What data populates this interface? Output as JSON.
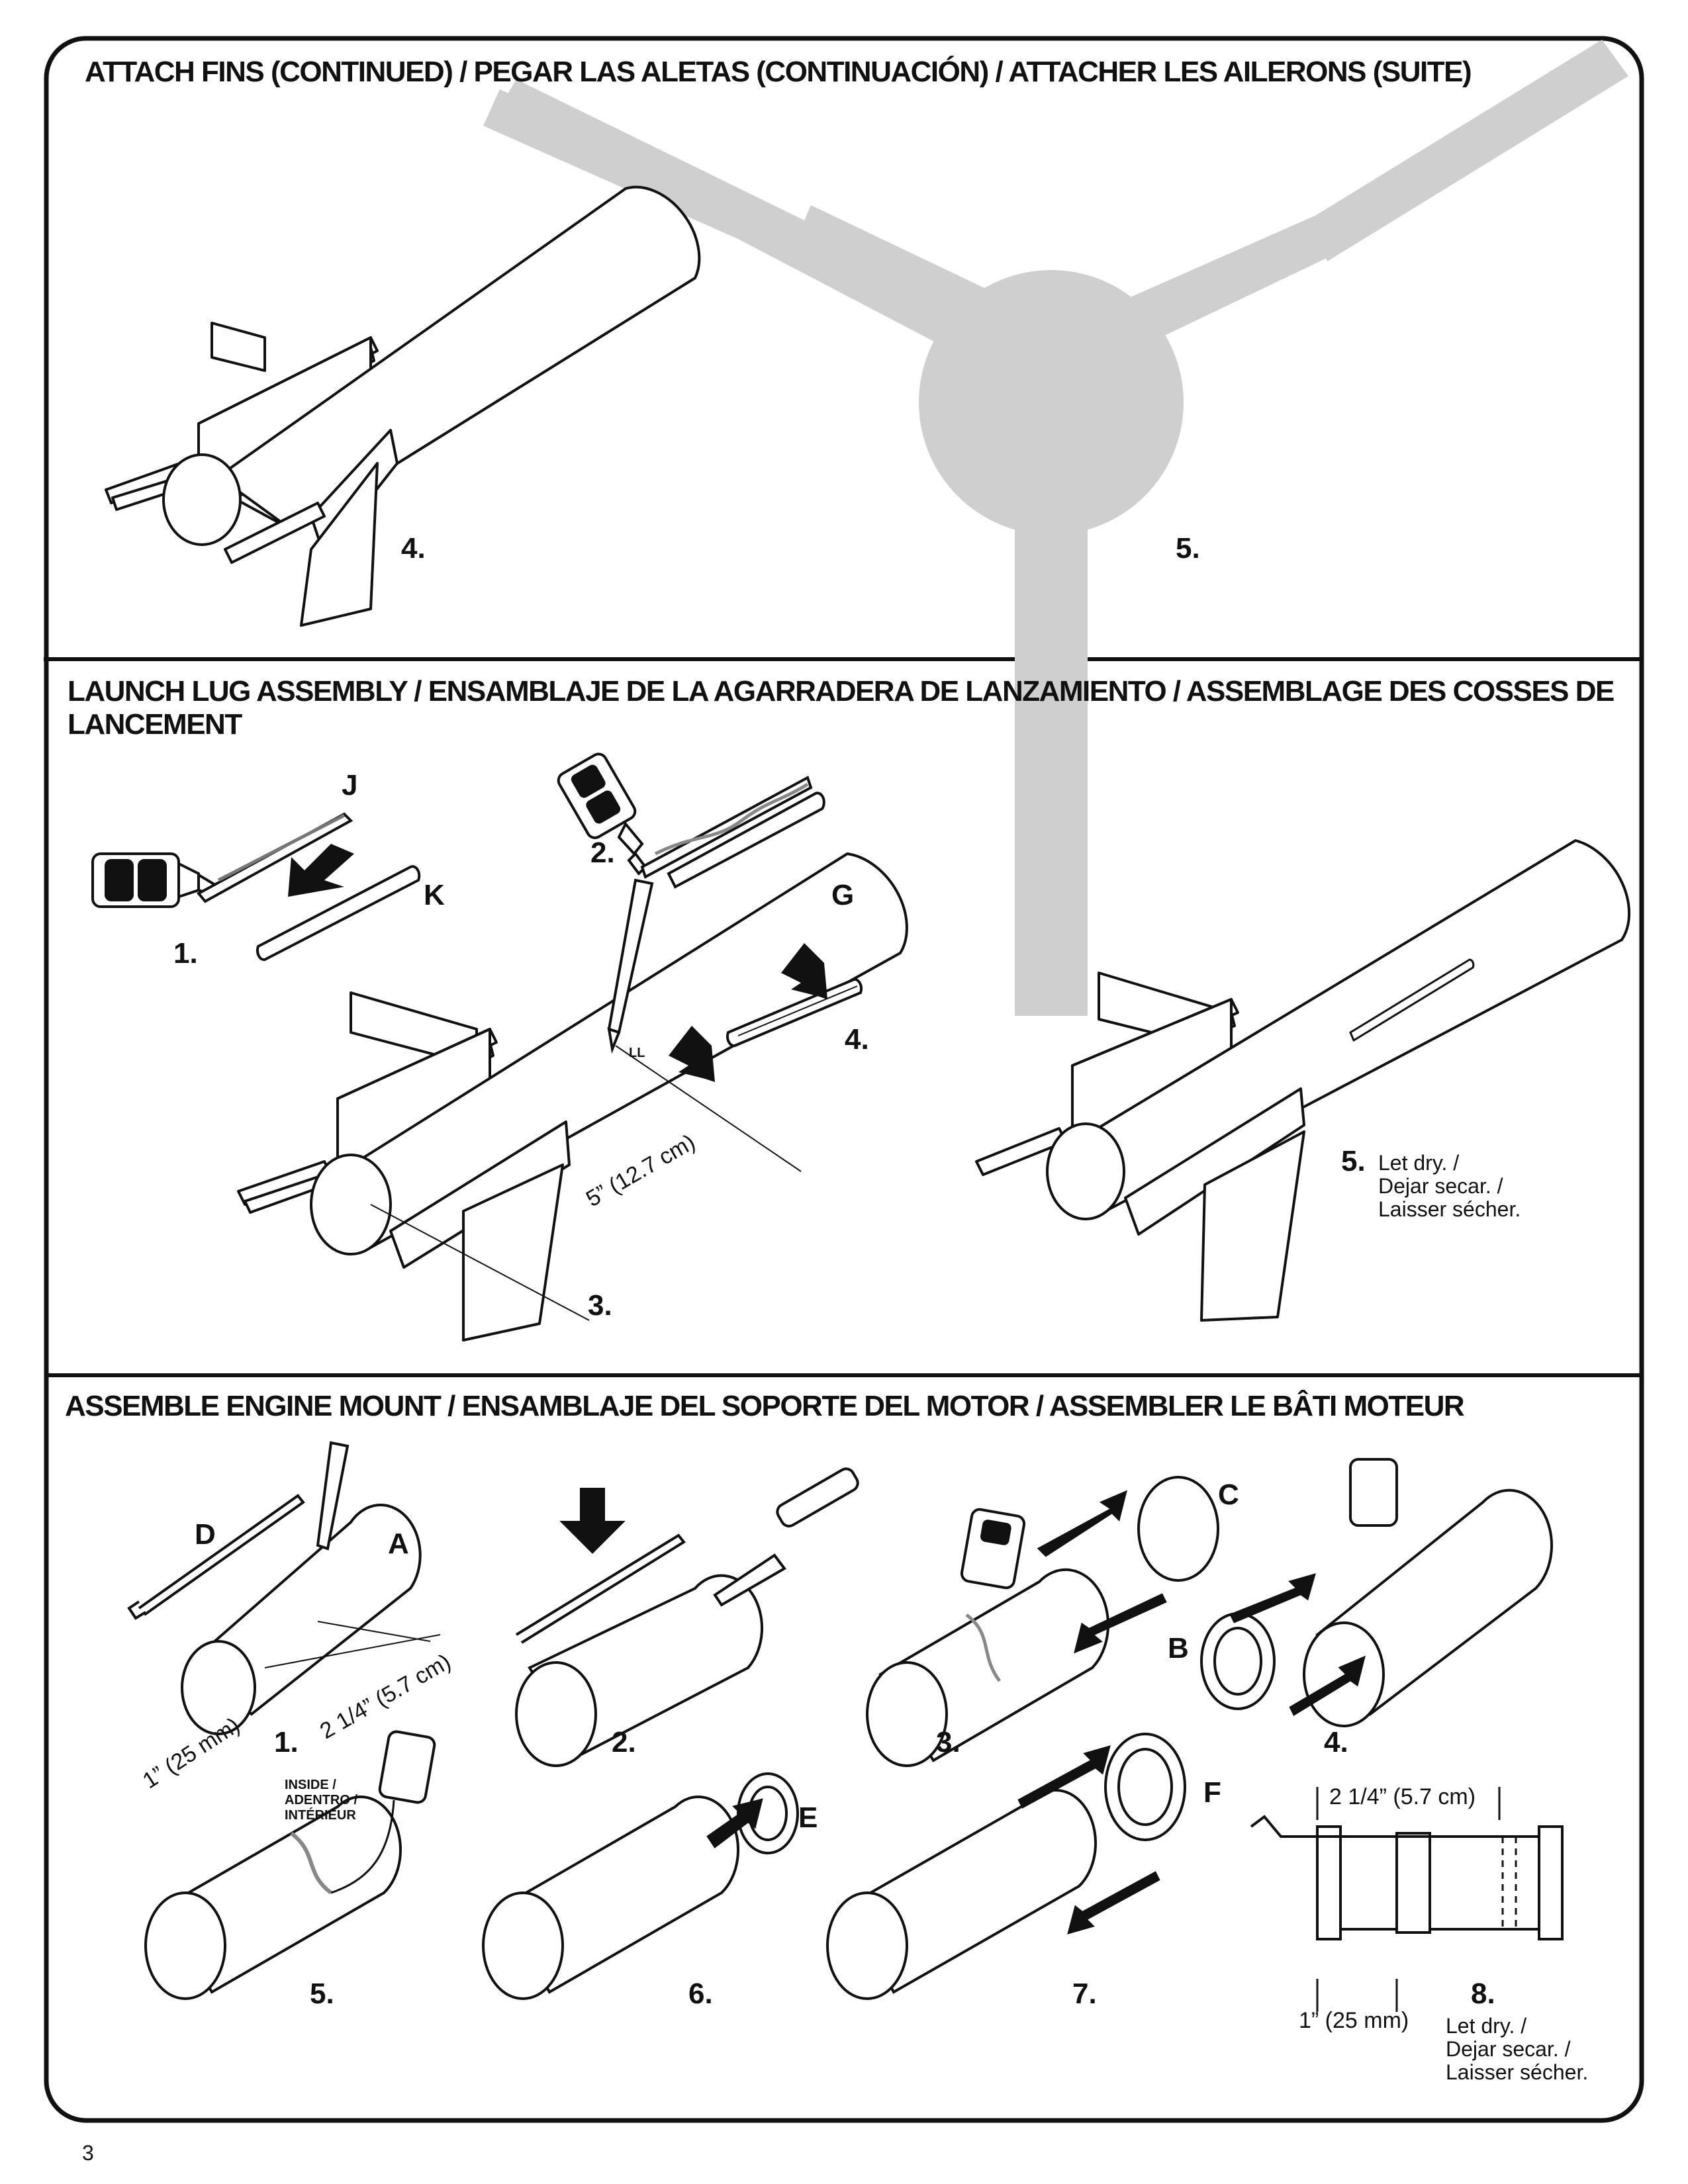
{
  "page": {
    "number": "3"
  },
  "sections": {
    "attach_fins": {
      "title": "ATTACH FINS  (CONTINUED) / PEGAR LAS ALETAS  (CONTINUACIÓN) / ATTACHER LES AILERONS (SUITE)",
      "steps": {
        "s4": "4.",
        "s5": "5."
      }
    },
    "launch_lug": {
      "title_line1": "LAUNCH LUG ASSEMBLY / ENSAMBLAJE DE LA AGARRADERA DE LANZAMIENTO / ASSEMBLAGE DES COSSES DE",
      "title_line2": "LANCEMENT",
      "steps": {
        "s1": "1.",
        "s2": "2.",
        "s3": "3.",
        "s4": "4.",
        "s5": "5."
      },
      "parts": {
        "j": "J",
        "k": "K",
        "g": "G"
      },
      "marks": {
        "ll": "LL"
      },
      "dimension": "5” (12.7 cm)",
      "let_dry": [
        "Let dry. /",
        "Dejar secar. /",
        "Laisser sécher."
      ]
    },
    "engine_mount": {
      "title": "ASSEMBLE ENGINE MOUNT / ENSAMBLAJE DEL SOPORTE DEL MOTOR / ASSEMBLER LE BÂTI MOTEUR",
      "steps": {
        "s1": "1.",
        "s2": "2.",
        "s3": "3.",
        "s4": "4.",
        "s5": "5.",
        "s6": "6.",
        "s7": "7.",
        "s8": "8."
      },
      "parts": {
        "a": "A",
        "b": "B",
        "c": "C",
        "d": "D",
        "e": "E",
        "f": "F"
      },
      "dimensions": {
        "d1": "1” (25 mm)",
        "d2": "2 1/4” (5.7 cm)"
      },
      "inside_note": [
        "INSIDE /",
        "ADENTRO /",
        "INTÉRIEUR"
      ],
      "let_dry": [
        "Let dry. /",
        "Dejar secar. /",
        "Laisser sécher."
      ]
    }
  }
}
